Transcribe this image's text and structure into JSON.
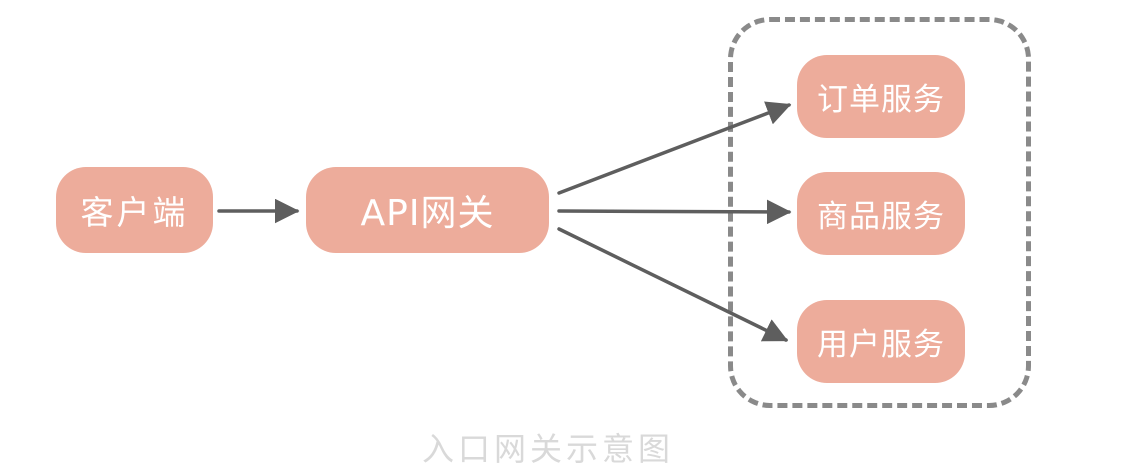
{
  "diagram": {
    "caption": "入口网关示意图",
    "nodes": {
      "client": {
        "label": "客户端"
      },
      "gateway": {
        "label": "API网关"
      },
      "services": [
        {
          "label": "订单服务"
        },
        {
          "label": "商品服务"
        },
        {
          "label": "用户服务"
        }
      ]
    },
    "edges": [
      {
        "from": "client",
        "to": "gateway"
      },
      {
        "from": "gateway",
        "to": "order-service"
      },
      {
        "from": "gateway",
        "to": "product-service"
      },
      {
        "from": "gateway",
        "to": "user-service"
      }
    ],
    "colors": {
      "background": "#FFFFFF",
      "node_fill": "#EDAC9B",
      "node_text": "#FFFFFF",
      "arrow": "#5E5E5E",
      "dashed_border": "#8A8A8A",
      "caption_text": "#D9D9D9"
    }
  }
}
